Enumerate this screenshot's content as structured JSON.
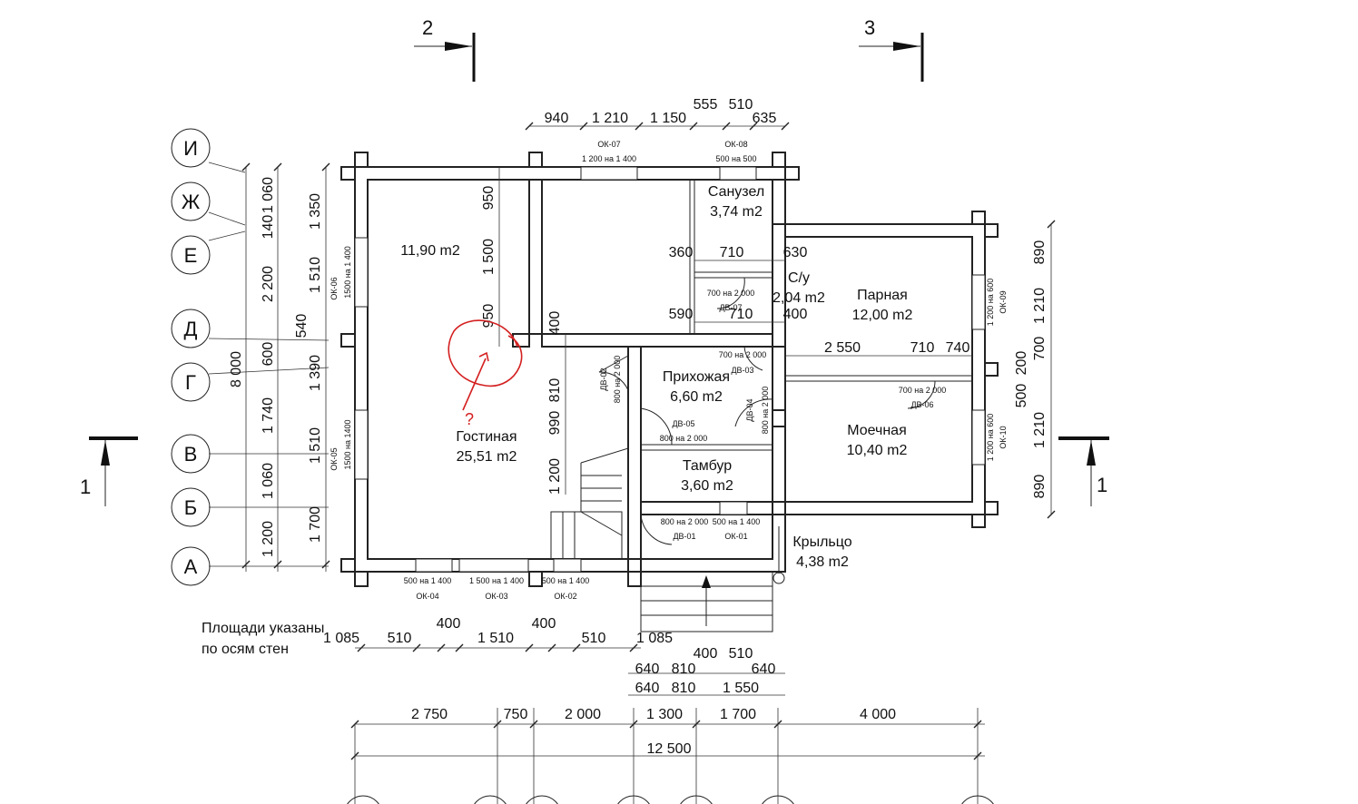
{
  "rooms": {
    "r1190": {
      "area": "11,90 m2"
    },
    "gostinaya": {
      "name": "Гостиная",
      "area": "25,51 m2"
    },
    "sanuzel": {
      "name": "Санузел",
      "area": "3,74 m2"
    },
    "su": {
      "name": "С/у",
      "area": "2,04 m2"
    },
    "parnaya": {
      "name": "Парная",
      "area": "12,00 m2"
    },
    "prihozhaya": {
      "name": "Прихожая",
      "area": "6,60 m2"
    },
    "tambur": {
      "name": "Тамбур",
      "area": "3,60 m2"
    },
    "moechnaya": {
      "name": "Моечная",
      "area": "10,40 m2"
    },
    "krylco": {
      "name": "Крыльцо",
      "area": "4,38 m2"
    }
  },
  "note": {
    "line1": "Площади указаны",
    "line2": "по осям стен"
  },
  "axes_rows": [
    "И",
    "Ж",
    "Е",
    "Д",
    "Г",
    "В",
    "Б",
    "А"
  ],
  "sections": {
    "s1_left": "1",
    "s1_right": "1",
    "s2": "2",
    "s3": "3"
  },
  "windows": {
    "ok07": {
      "code": "ОК-07",
      "size": "1 200 на 1 400"
    },
    "ok08": {
      "code": "ОК-08",
      "size": "500 на 500"
    },
    "ok06": {
      "code": "ОК-06",
      "size": "1500 на 1 400"
    },
    "ok05": {
      "code": "ОК-05",
      "size": "1500 на 1400"
    },
    "ok04": {
      "code": "ОК-04",
      "size": "500 на 1 400"
    },
    "ok03": {
      "code": "ОК-03",
      "size": "1 500 на 1 400"
    },
    "ok02": {
      "code": "ОК-02",
      "size": "500 на 1 400"
    },
    "ok01": {
      "code": "ОК-01",
      "size": "500 на 1 400"
    },
    "ok09": {
      "code": "ОК-09",
      "size": "1 200 на 600"
    },
    "ok10": {
      "code": "ОК-10",
      "size": "1 200 на 600"
    }
  },
  "doors": {
    "dv01": {
      "code": "ДВ-01",
      "size": "800 на 2 000"
    },
    "dv02": {
      "code": "ДВ-02",
      "size": "800 на 2 000"
    },
    "dv03": {
      "code": "ДВ-03",
      "size": "700 на 2 000"
    },
    "dv04": {
      "code": "ДВ-04",
      "size": "800 на 2 000"
    },
    "dv05": {
      "code": "ДВ-05",
      "size": "800 на 2 000"
    },
    "dv06": {
      "code": "ДВ-06",
      "size": "700 на 2 000"
    },
    "dv07": {
      "code": "ДВ-07",
      "size": "700 на 2 000"
    }
  },
  "dims": {
    "top": [
      "940",
      "1 210",
      "1 150",
      "555",
      "510",
      "635"
    ],
    "left_outer": [
      "1 060",
      "140",
      "2 200",
      "600",
      "1 740",
      "1 060",
      "1 200"
    ],
    "left_total": "8 000",
    "left_mid": [
      "540"
    ],
    "left_inner": [
      "1 350",
      "1 510",
      "1 390",
      "1 510",
      "1 700"
    ],
    "living_v": [
      "950",
      "1 500",
      "950"
    ],
    "stair_v": [
      "400",
      "810",
      "990",
      "1 200"
    ],
    "bath": [
      "360",
      "710",
      "630",
      "590",
      "710",
      "400"
    ],
    "parnaya_h": [
      "2 550",
      "710",
      "740"
    ],
    "right": [
      "890",
      "1 210",
      "700",
      "200",
      "500",
      "1 210",
      "890"
    ],
    "bottom1": [
      "1 085",
      "510",
      "400",
      "1 510",
      "400",
      "510",
      "1 085"
    ],
    "bottom2": [
      "400",
      "510"
    ],
    "bottom3": [
      "640",
      "810",
      "640"
    ],
    "bottom4": [
      "640",
      "810",
      "1 550"
    ],
    "bottom5": [
      "2 750",
      "750",
      "2 000",
      "1 300",
      "1 700",
      "4 000"
    ],
    "total": "12 500"
  },
  "annotation": {
    "mark": "?"
  }
}
